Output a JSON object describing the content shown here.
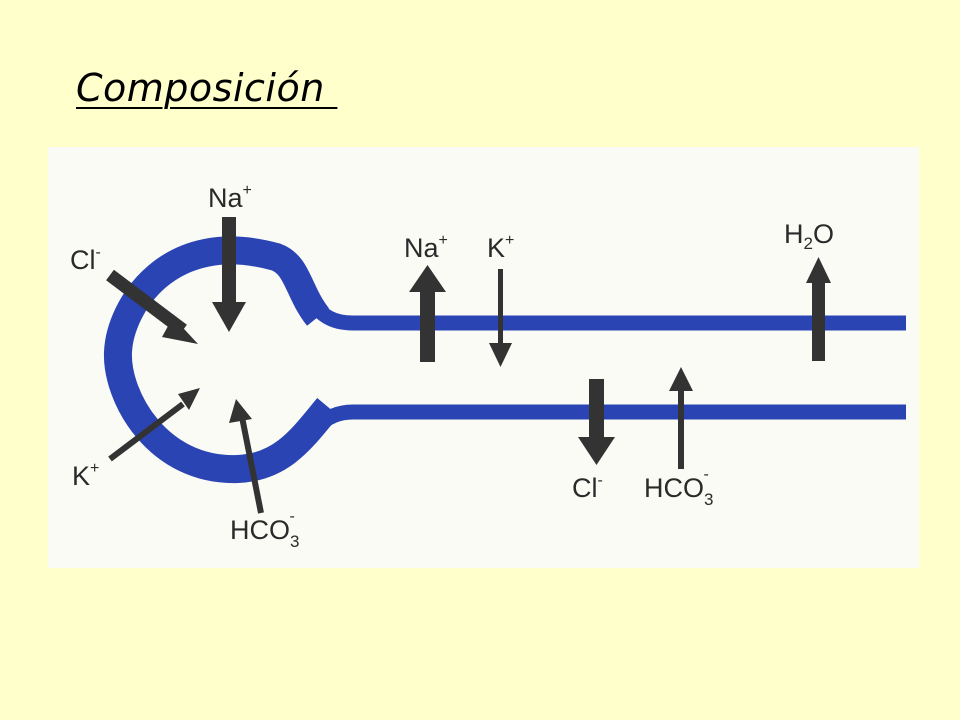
{
  "slide": {
    "title": "Composición "
  },
  "colors": {
    "background": "#ffffcc",
    "tubule": "#2a44b4",
    "arrow": "#333333",
    "figure_bg": "#fbfbf6"
  },
  "labels": {
    "na_top": {
      "base": "Na",
      "sup": "+"
    },
    "cl_left": {
      "base": "Cl",
      "sup": "-"
    },
    "k_left": {
      "base": "K",
      "sup": "+"
    },
    "hco3_left": {
      "base": "HCO",
      "sub": "3",
      "sup": "-"
    },
    "na_mid": {
      "base": "Na",
      "sup": "+"
    },
    "k_mid": {
      "base": "K",
      "sup": "+"
    },
    "h2o": {
      "base1": "H",
      "sub": "2",
      "base2": "O"
    },
    "cl_bottom": {
      "base": "Cl",
      "sup": "-"
    },
    "hco3_bottom": {
      "base": "HCO",
      "sub": "3",
      "sup": "-"
    }
  }
}
